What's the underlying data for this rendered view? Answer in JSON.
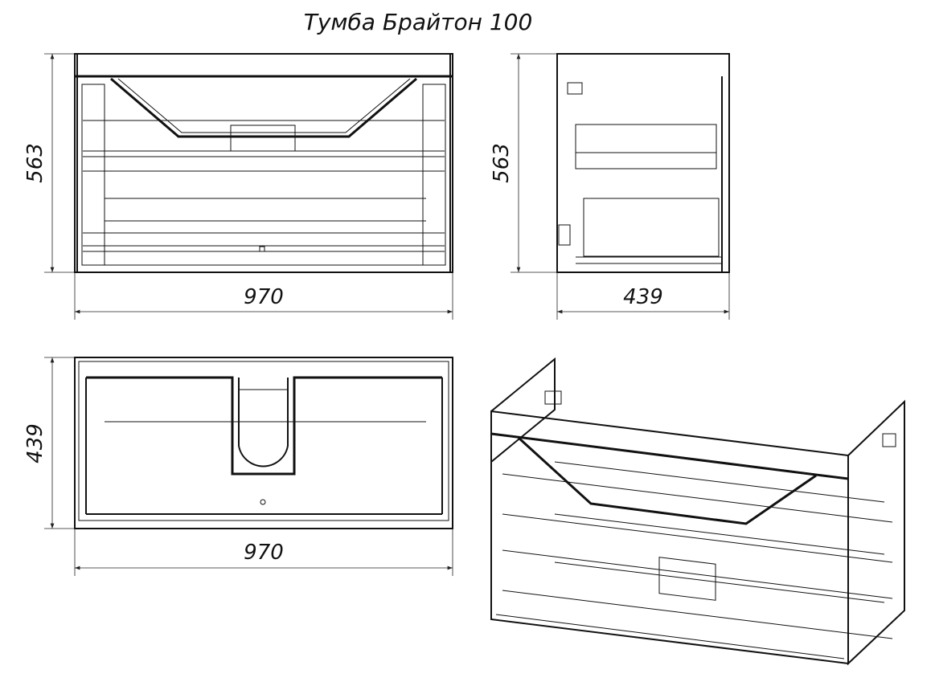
{
  "title": "Тумба Брайтон 100",
  "views": {
    "front": {
      "height_label": "563",
      "width_label": "970"
    },
    "side": {
      "height_label": "563",
      "depth_label": "439"
    },
    "top": {
      "depth_label": "439",
      "width_label": "970"
    },
    "isometric": {}
  }
}
